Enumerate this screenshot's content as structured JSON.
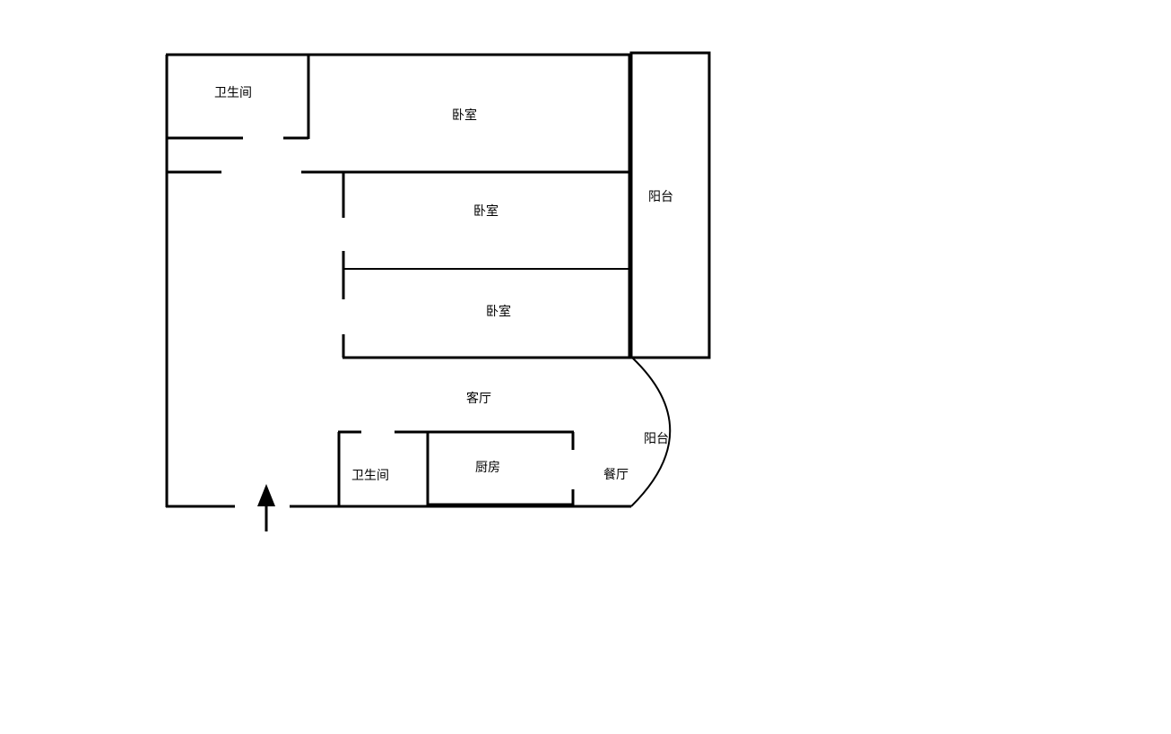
{
  "rooms": {
    "bathroom_top": "卫生间",
    "bedroom_1": "卧室",
    "bedroom_2": "卧室",
    "bedroom_3": "卧室",
    "balcony_right": "阳台",
    "living_room": "客厅",
    "balcony_curved": "阳台",
    "bathroom_bottom": "卫生间",
    "kitchen": "厨房",
    "dining_room": "餐厅"
  },
  "colors": {
    "wall": "#000000",
    "background": "#ffffff"
  },
  "icons": {
    "entrance": "arrow-up-icon"
  }
}
